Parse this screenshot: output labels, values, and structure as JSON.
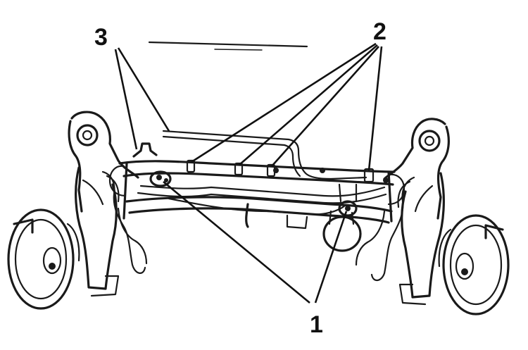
{
  "diagram": {
    "callouts": [
      {
        "id": "1",
        "label": "1"
      },
      {
        "id": "2",
        "label": "2"
      },
      {
        "id": "3",
        "label": "3"
      }
    ],
    "colors": {
      "ink": "#1a1a1a",
      "background": "#ffffff"
    }
  }
}
